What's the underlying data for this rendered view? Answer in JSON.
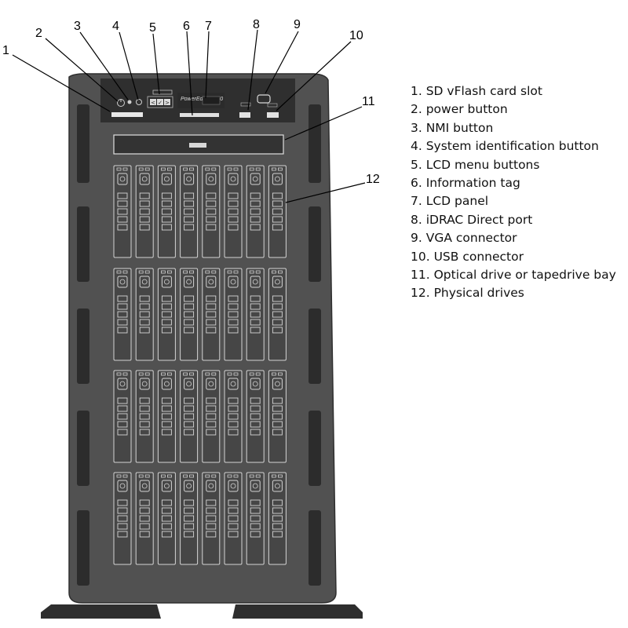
{
  "diagram": {
    "model_label": "PowerEdge T630",
    "callouts": [
      "1",
      "2",
      "3",
      "4",
      "5",
      "6",
      "7",
      "8",
      "9",
      "10",
      "11",
      "12"
    ],
    "lcd_button_glyphs": [
      "<",
      "✓",
      ">"
    ]
  },
  "legend": {
    "items": [
      "1. SD vFlash card slot",
      "2. power button",
      "3. NMI button",
      "4. System identification button",
      "5. LCD menu buttons",
      "6. Information tag",
      "7. LCD panel",
      "8. iDRAC Direct port",
      "9. VGA connector",
      "10. USB connector",
      "11. Optical drive or tapedrive bay",
      "12. Physical drives"
    ]
  },
  "colors": {
    "chassis": "#515151",
    "chassis_dark": "#3d3d3d",
    "vent": "#2c2c2c",
    "drive_face": "#464646",
    "drive_line": "#d4d4d4",
    "leader": "#000000"
  }
}
